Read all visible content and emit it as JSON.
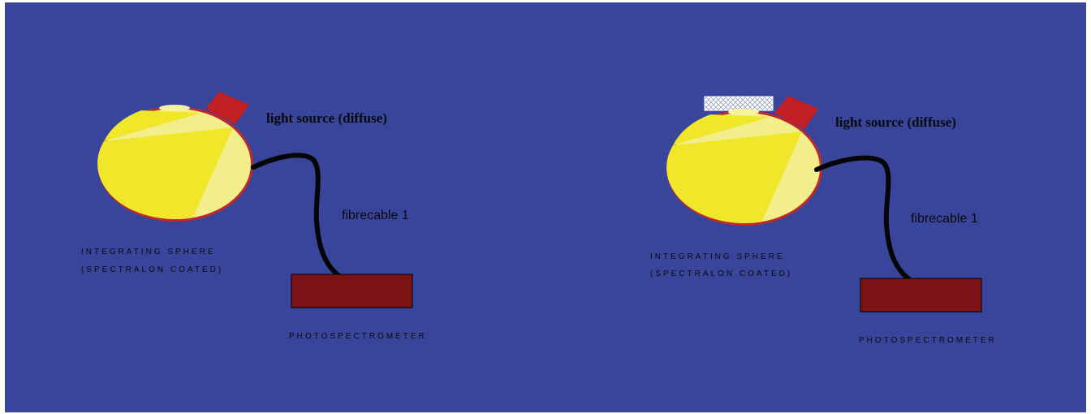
{
  "colors": {
    "background": "#38459b",
    "sphere_fill": "#f0e62a",
    "sphere_highlight": "#f3ee8c",
    "sphere_rim": "#c0282a",
    "light_source": "#c21f24",
    "cable": "#050505",
    "spectrometer": "#7c1214",
    "filter_pattern": "#9aa0b8"
  },
  "setups": [
    {
      "light_source_label": "light source (diffuse)",
      "cable_label": "fibrecable 1",
      "sphere_label_line1": "INTEGRATING SPHERE",
      "sphere_label_line2": "(SPECTRALON COATED)",
      "spectrometer_label": "PHOTOSPECTROMETER",
      "has_filter": false
    },
    {
      "light_source_label": "light source (diffuse)",
      "cable_label": "fibrecable 1",
      "sphere_label_line1": "INTEGRATING SPHERE",
      "sphere_label_line2": "(SPECTRALON COATED)",
      "spectrometer_label": "PHOTOSPECTROMETER",
      "has_filter": true
    }
  ]
}
